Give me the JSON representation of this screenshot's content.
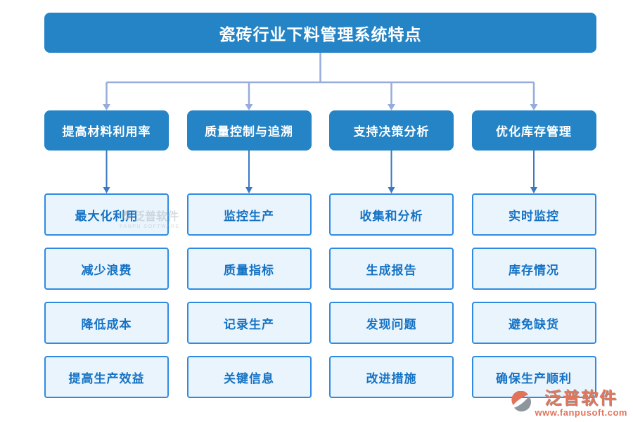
{
  "title": "瓷砖行业下料管理系统特点",
  "columns": [
    {
      "header": "提高材料利用率",
      "items": [
        "最大化利用",
        "减少浪费",
        "降低成本",
        "提高生产效益"
      ]
    },
    {
      "header": "质量控制与追溯",
      "items": [
        "监控生产",
        "质量指标",
        "记录生产",
        "关键信息"
      ]
    },
    {
      "header": "支持决策分析",
      "items": [
        "收集和分析",
        "生成报告",
        "发现问题",
        "改进措施"
      ]
    },
    {
      "header": "优化库存管理",
      "items": [
        "实时监控",
        "库存情况",
        "避免缺货",
        "确保生产顺利"
      ]
    }
  ],
  "watermark": {
    "text": "泛普软件",
    "caption": "FANPU SOFTWARE"
  },
  "logo": {
    "text": "泛普软件",
    "url": "www.fanpusoft.com"
  },
  "colors": {
    "banner_blue": "#2484C6",
    "item_fill": "#EAF4FC",
    "item_border": "#2F8BE2",
    "item_text": "#1472C4",
    "tree_line": "#97ACDC",
    "drop_arrow": "#3A78C2",
    "logo_coral": "#E0765A",
    "logo_gray": "#8d959d"
  }
}
